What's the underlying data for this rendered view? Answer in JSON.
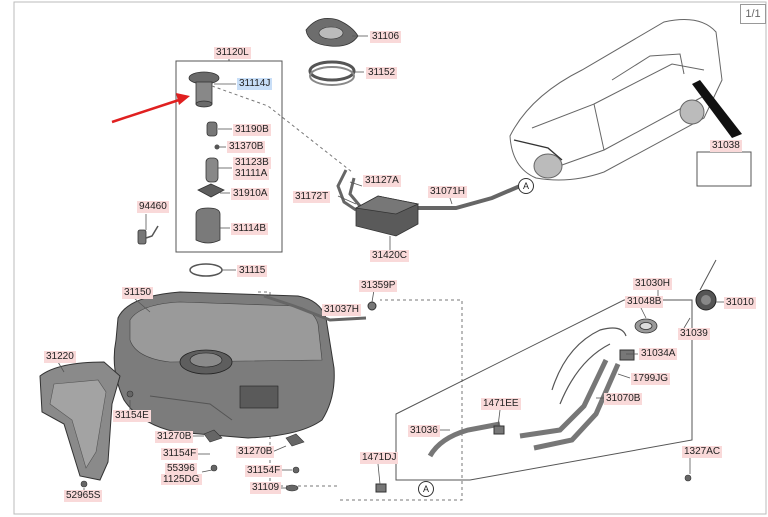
{
  "page_indicator": "1/1",
  "circle_ref_letter": "A",
  "colors": {
    "label_bg": "#f9d9d9",
    "highlight_bg": "#c8def7",
    "arrow": "#e02020"
  },
  "parts": {
    "p31106": "31106",
    "p31152": "31152",
    "p31120L": "31120L",
    "p31114J": "31114J",
    "p31190B": "31190B",
    "p31370B": "31370B",
    "p31123B": "31123B",
    "p31111A": "31111A",
    "p31910A": "31910A",
    "p31114B": "31114B",
    "p94460": "94460",
    "p31115": "31115",
    "p31127A": "31127A",
    "p31172T": "31172T",
    "p31071H": "31071H",
    "p31420C": "31420C",
    "p31038": "31038",
    "p31150": "31150",
    "p31359P": "31359P",
    "p31037H": "31037H",
    "p31030H": "31030H",
    "p31048B": "31048B",
    "p31010": "31010",
    "p31039": "31039",
    "p31220": "31220",
    "p31034A": "31034A",
    "p1799JG": "1799JG",
    "p31154E": "31154E",
    "p1471EE": "1471EE",
    "p31070B": "31070B",
    "p31036": "31036",
    "p31270B_left": "31270B",
    "p31154F_left": "31154F",
    "p55396": "55396",
    "p1125DG": "1125DG",
    "p31270B_right": "31270B",
    "p31154F_right": "31154F",
    "p1471DJ": "1471DJ",
    "p1327AC": "1327AC",
    "p31109": "31109",
    "p52965S": "52965S"
  }
}
